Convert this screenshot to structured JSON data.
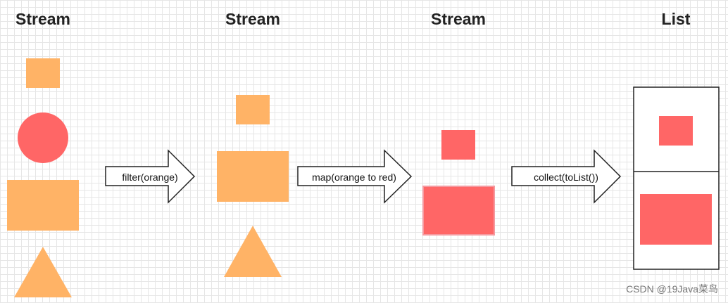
{
  "colors": {
    "orange": "#FFB366",
    "red": "#FF6666",
    "outline": "#222222",
    "grid": "#e6e6e6"
  },
  "stages": [
    {
      "title": "Stream"
    },
    {
      "title": "Stream"
    },
    {
      "title": "Stream"
    },
    {
      "title": "List"
    }
  ],
  "operations": [
    {
      "label": "filter(orange)"
    },
    {
      "label": "map(orange to red)"
    },
    {
      "label": "collect(toList())"
    }
  ],
  "watermark": "CSDN @19Java菜鸟"
}
